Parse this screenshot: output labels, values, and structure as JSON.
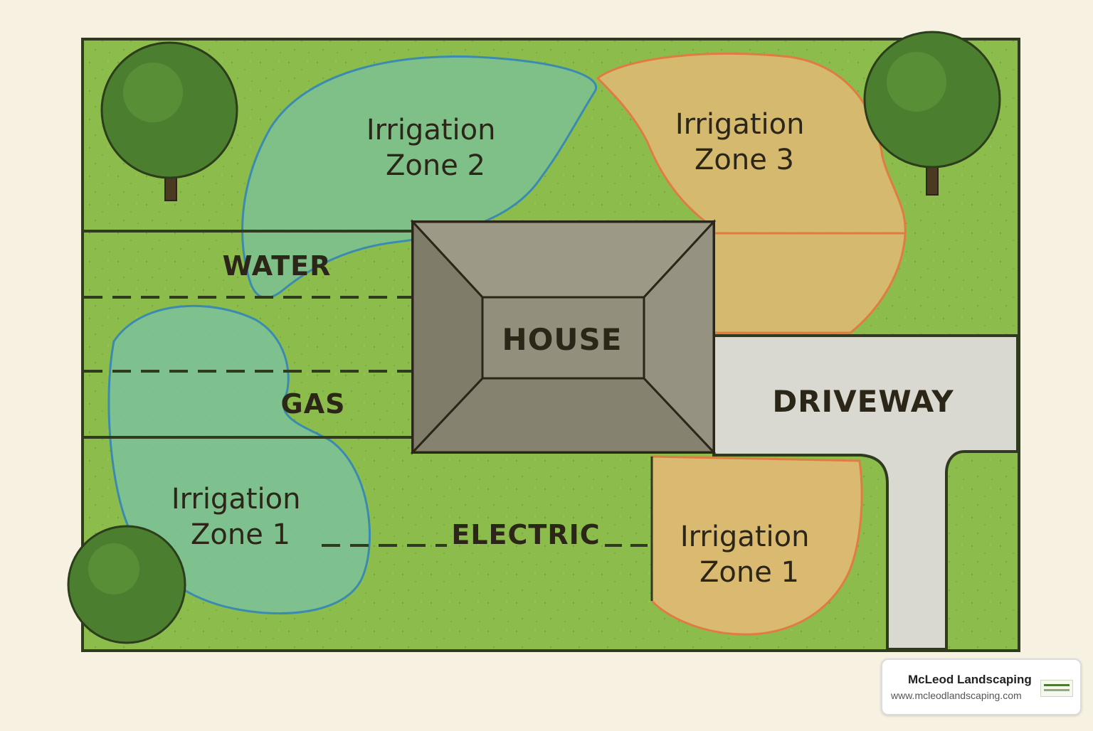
{
  "diagram": {
    "zones": {
      "zone2": "Irrigation\nZone 2",
      "zone3": "Irrigation\nZone 3",
      "zone1_left": "Irrigation\nZone 1",
      "zone1_right": "Irrigation\nZone 1"
    },
    "utilities": {
      "water": "WATER",
      "gas": "GAS",
      "electric": "ELECTRIC"
    },
    "structures": {
      "house": "HOUSE",
      "driveway": "DRIVEWAY"
    }
  },
  "brand": {
    "name": "McLeod Landscaping",
    "url": "www.mcleodlandscaping.com",
    "logo_icon": "mcleod-logo-icon"
  },
  "colors": {
    "lawn": "#8cbd4c",
    "border": "#2f3a1f",
    "zone_blue_fill": "#79c2a4",
    "zone_blue_stroke": "#3b8bb0",
    "zone_orange_fill": "#e7b877",
    "zone_orange_stroke": "#e07c43",
    "house_roof": "#8e8b7a",
    "driveway": "#d9d9d2",
    "tree": "#4b7f2f"
  }
}
